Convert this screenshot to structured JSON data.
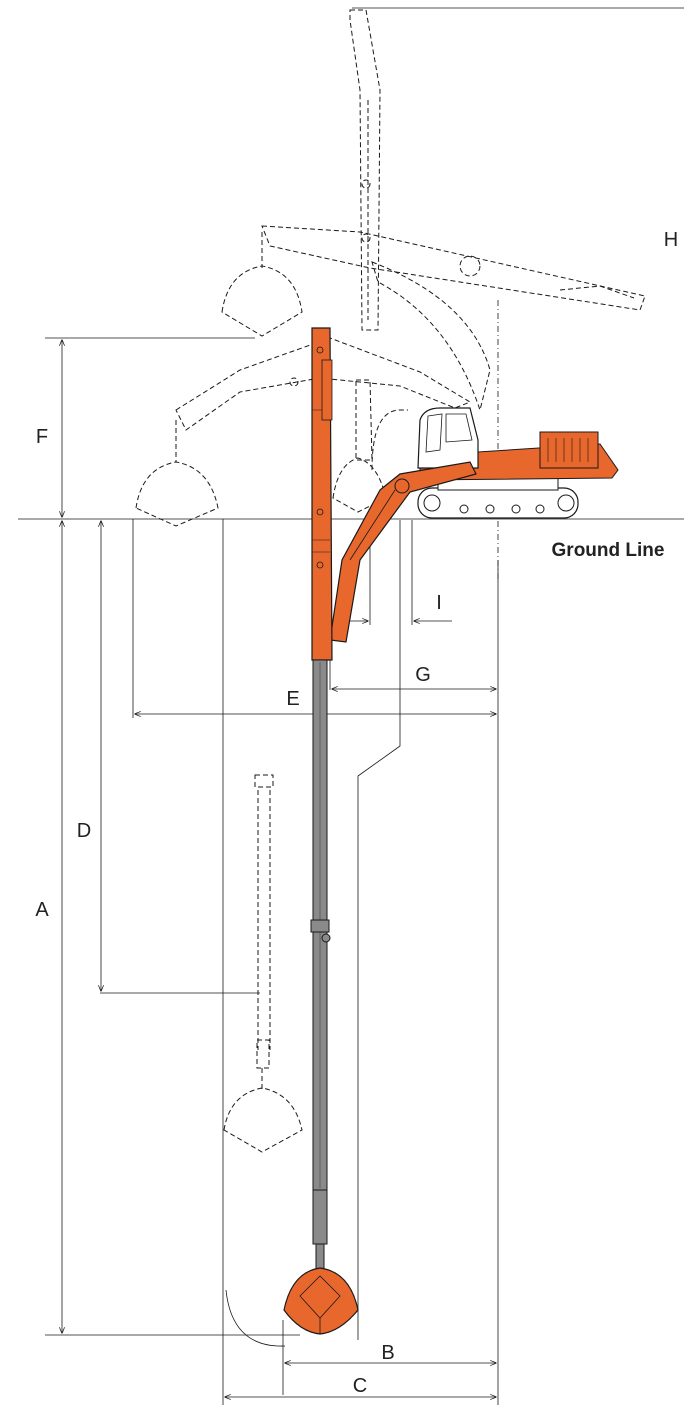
{
  "diagram": {
    "ground_label": "Ground Line",
    "dimension_labels": {
      "A": "A",
      "B": "B",
      "C": "C",
      "D": "D",
      "E": "E",
      "F": "F",
      "G": "G",
      "H": "H",
      "I": "I"
    },
    "colors": {
      "machine": "#e8672c",
      "machine_dark": "#b8461a",
      "arm_steel": "#8a8a8a",
      "arm_steel_dark": "#555555",
      "line": "#1a1a1a"
    }
  }
}
